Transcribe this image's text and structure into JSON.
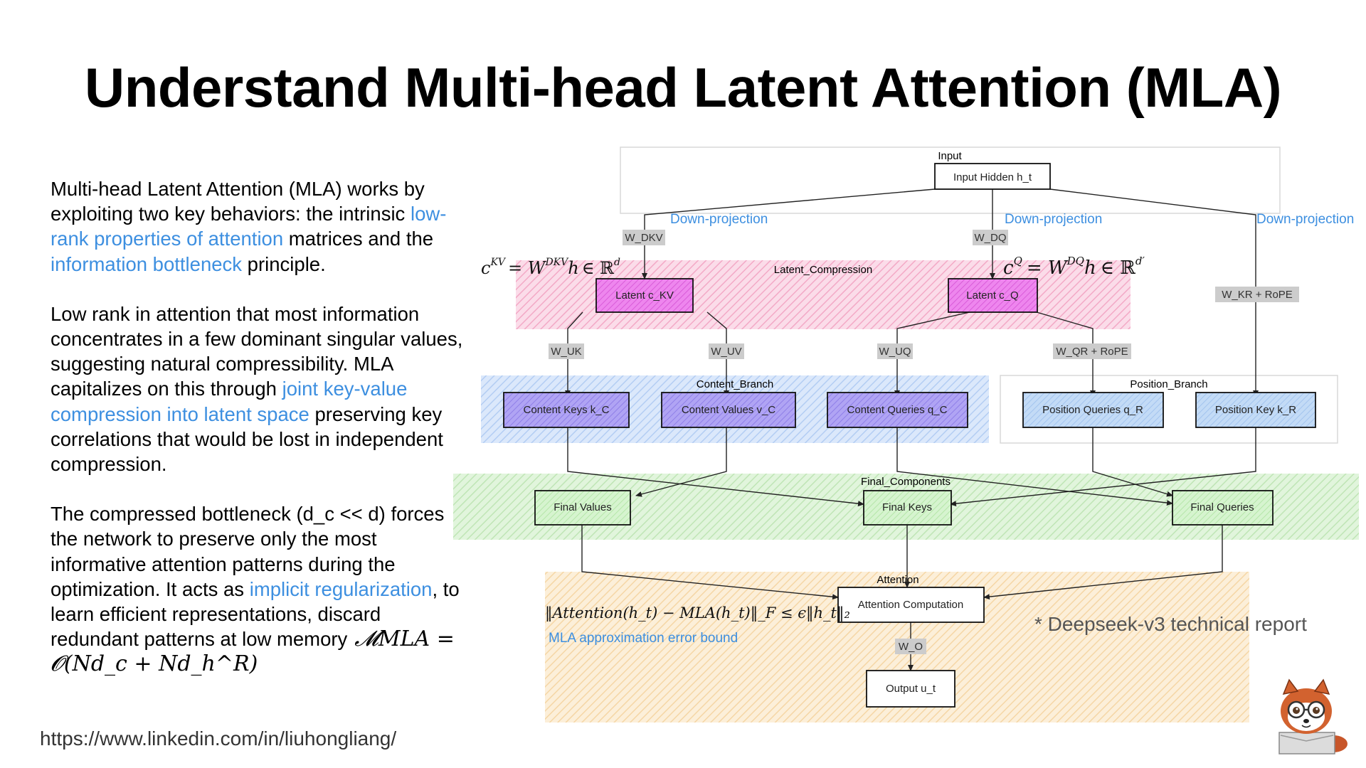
{
  "slide": {
    "title": "Understand Multi-head Latent Attention (MLA)",
    "paragraph1": {
      "t1": "Multi-head Latent Attention (MLA) works by exploiting two key behaviors: the intrinsic ",
      "h1": "low-rank properties of attention",
      "t2": " matrices and the ",
      "h2": "information bottleneck",
      "t3": " principle."
    },
    "paragraph2": {
      "t1": "Low rank in attention that most information concentrates in a few dominant singular values, suggesting natural compressibility. MLA capitalizes on this through ",
      "h1": "joint key-value compression into latent space",
      "t2": " preserving key correlations that would be lost in independent compression."
    },
    "paragraph3": {
      "t1": "The compressed bottleneck (d_c << d) forces the network to preserve only the most informative attention patterns during the optimization. It acts as ",
      "h1": "implicit regularization",
      "t2": ", to learn efficient representations, discard redundant patterns at low memory",
      "memory_formula": "𝓜MLA = 𝓞(Nd_c + Nd_h^R)"
    },
    "footer_url": "https://www.linkedin.com/in/liuhongliang/",
    "source_note": "* Deepseek-v3 technical report"
  },
  "diagram": {
    "groups": {
      "input": "Input",
      "latent": "Latent_Compression",
      "content": "Content_Branch",
      "position": "Position_Branch",
      "final": "Final_Components",
      "attention": "Attention"
    },
    "nodes": {
      "input_hidden": "Input Hidden h_t",
      "latent_ckv": "Latent c_KV",
      "latent_cq": "Latent c_Q",
      "content_keys": "Content Keys k_C",
      "content_values": "Content Values v_C",
      "content_queries": "Content Queries q_C",
      "position_queries": "Position Queries q_R",
      "position_key": "Position Key k_R",
      "final_values": "Final Values",
      "final_keys": "Final Keys",
      "final_queries": "Final Queries",
      "attention_computation": "Attention Computation",
      "output": "Output u_t"
    },
    "edge_labels": {
      "w_dkv": "W_DKV",
      "w_dq": "W_DQ",
      "w_kr": "W_KR + RoPE",
      "w_uk": "W_UK",
      "w_uv": "W_UV",
      "w_uq": "W_UQ",
      "w_qr": "W_QR + RoPE",
      "w_o": "W_O"
    },
    "annotations": {
      "down_projection": "Down-projection",
      "ckv_eq_lhs": "c",
      "ckv_eq_sup": "KV",
      "ckv_eq_rest": "= W",
      "ckv_eq_w_sup": "DKV",
      "ckv_eq_tail": "h",
      "ckv_eq_in": "∈ ℝ",
      "ckv_eq_dim": "d",
      "cq_eq_sup": "Q",
      "cq_eq_w_sup": "DQ",
      "cq_eq_dim": "d′",
      "error_bound_formula": "‖Attention(h_t) − MLA(h_t)‖_F ≤ ϵ‖h_t‖₂",
      "error_bound_label": "MLA approximation error bound"
    },
    "colors": {
      "latent_fill": "#e86fe8",
      "content_fill": "#a99bf2",
      "position_fill": "#b7d3f3",
      "final_fill": "#cdf2c6",
      "label_bg": "#cccccc",
      "accent_blue": "#3d8fe0"
    }
  }
}
